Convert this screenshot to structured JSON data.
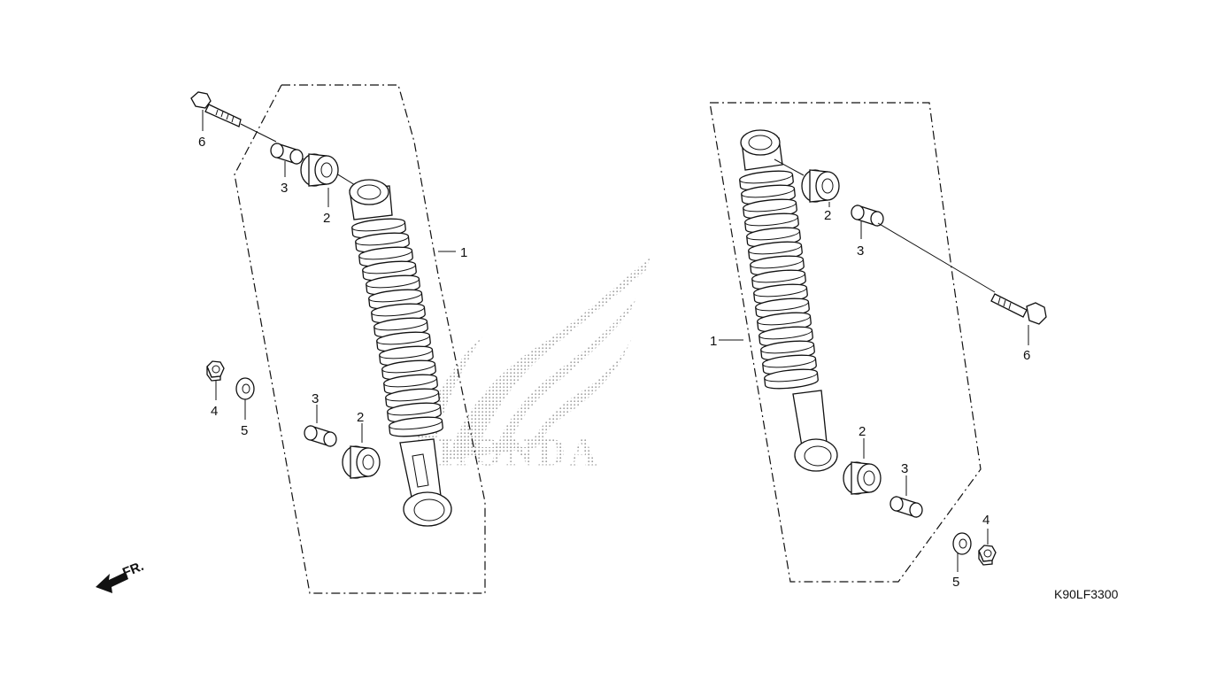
{
  "diagram": {
    "watermark_text": "HONDA",
    "diagram_code": "K90LF3300",
    "front_indicator": "FR.",
    "left_assembly": {
      "callouts": [
        "1",
        "2",
        "2",
        "3",
        "3",
        "4",
        "5",
        "6"
      ]
    },
    "right_assembly": {
      "callouts": [
        "1",
        "2",
        "2",
        "3",
        "3",
        "4",
        "5",
        "6"
      ]
    }
  },
  "colors": {
    "line": "#111111",
    "background": "#ffffff",
    "watermark": "#9a9a9a"
  },
  "icons": [
    "front-arrow-icon",
    "honda-wing-watermark-icon"
  ]
}
